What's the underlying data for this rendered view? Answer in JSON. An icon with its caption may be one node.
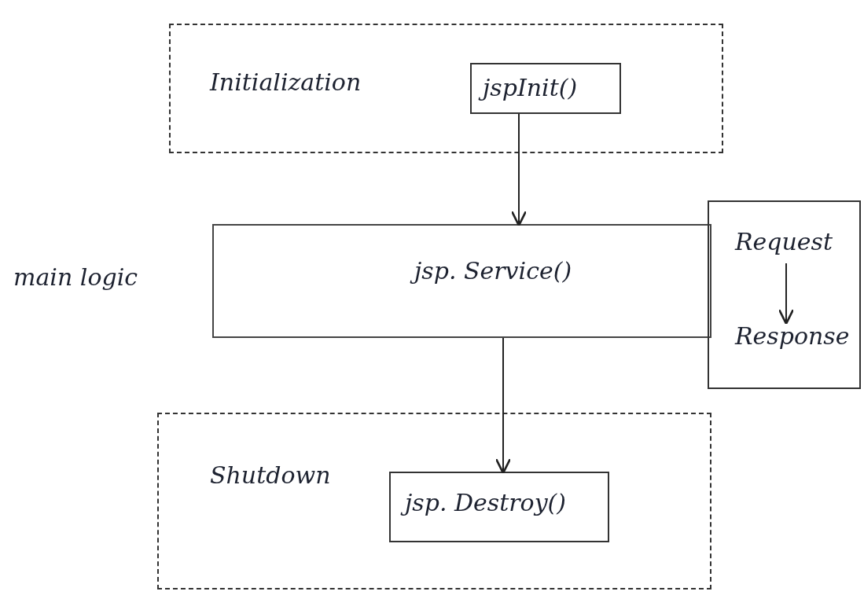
{
  "diagram": {
    "nodes": [
      {
        "text": [
          "Initialization"
        ]
      },
      {
        "text": [
          "jspInit()"
        ],
        "in": 0
      },
      {
        "text": [
          "jsp. Service()"
        ],
        "beside": [
          "main logic"
        ]
      },
      {
        "text": [],
        "shape": "box"
      },
      {
        "text": [
          "Request"
        ],
        "in": 3
      },
      {
        "text": [
          "Response"
        ],
        "in": 3
      },
      {
        "text": [
          "Shutdown"
        ]
      },
      {
        "text": [
          "jsp. Destroy()"
        ],
        "in": 6
      }
    ],
    "edges": [
      {
        "from": 1,
        "to": 2,
        "arrow": "to"
      },
      {
        "from": 2,
        "to": 7,
        "arrow": "to"
      },
      {
        "from": 4,
        "to": 5,
        "arrow": "to"
      }
    ]
  }
}
